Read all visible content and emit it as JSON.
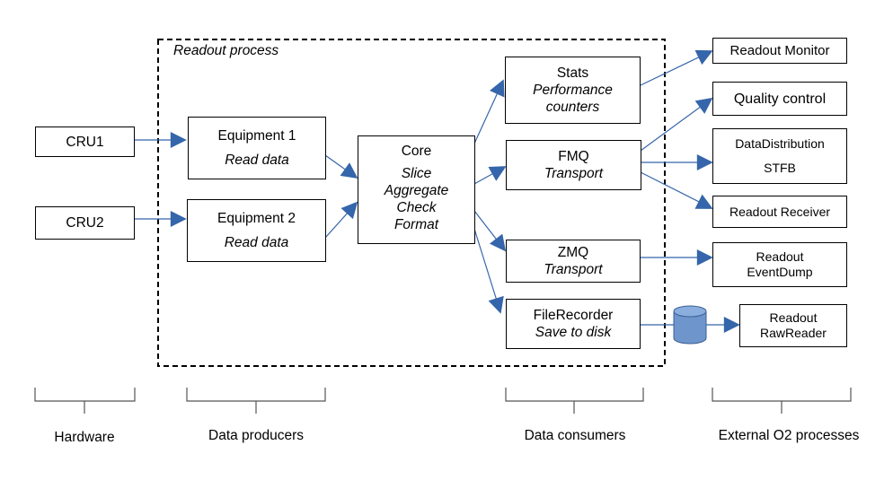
{
  "process_label": "Readout process",
  "hardware": {
    "cru1": "CRU1",
    "cru2": "CRU2"
  },
  "producers": {
    "equipment1": {
      "title": "Equipment 1",
      "sub": "Read data"
    },
    "equipment2": {
      "title": "Equipment 2",
      "sub": "Read data"
    }
  },
  "core": {
    "title": "Core",
    "lines": [
      "Slice",
      "Aggregate",
      "Check",
      "Format"
    ]
  },
  "consumers": {
    "stats": {
      "title": "Stats",
      "sub1": "Performance",
      "sub2": "counters"
    },
    "fmq": {
      "title": "FMQ",
      "sub": "Transport"
    },
    "zmq": {
      "title": "ZMQ",
      "sub": "Transport"
    },
    "filerecorder": {
      "title": "FileRecorder",
      "sub": "Save to disk"
    }
  },
  "external": {
    "readout_monitor": "Readout Monitor",
    "quality_control": "Quality control",
    "datadistribution": {
      "line1": "DataDistribution",
      "line2": "STFB"
    },
    "readout_receiver": "Readout Receiver",
    "readout_eventdump": {
      "line1": "Readout",
      "line2": "EventDump"
    },
    "readout_rawreader": {
      "line1": "Readout",
      "line2": "RawReader"
    }
  },
  "groups": {
    "hardware": "Hardware",
    "data_producers": "Data producers",
    "data_consumers": "Data consumers",
    "external": "External O2 processes"
  },
  "colors": {
    "arrow": "#3565AA",
    "disk_fill": "#6E96CC",
    "disk_stroke": "#3A5F94",
    "border": "#000000"
  },
  "icons": {
    "disk": "cylinder-disk-icon"
  }
}
